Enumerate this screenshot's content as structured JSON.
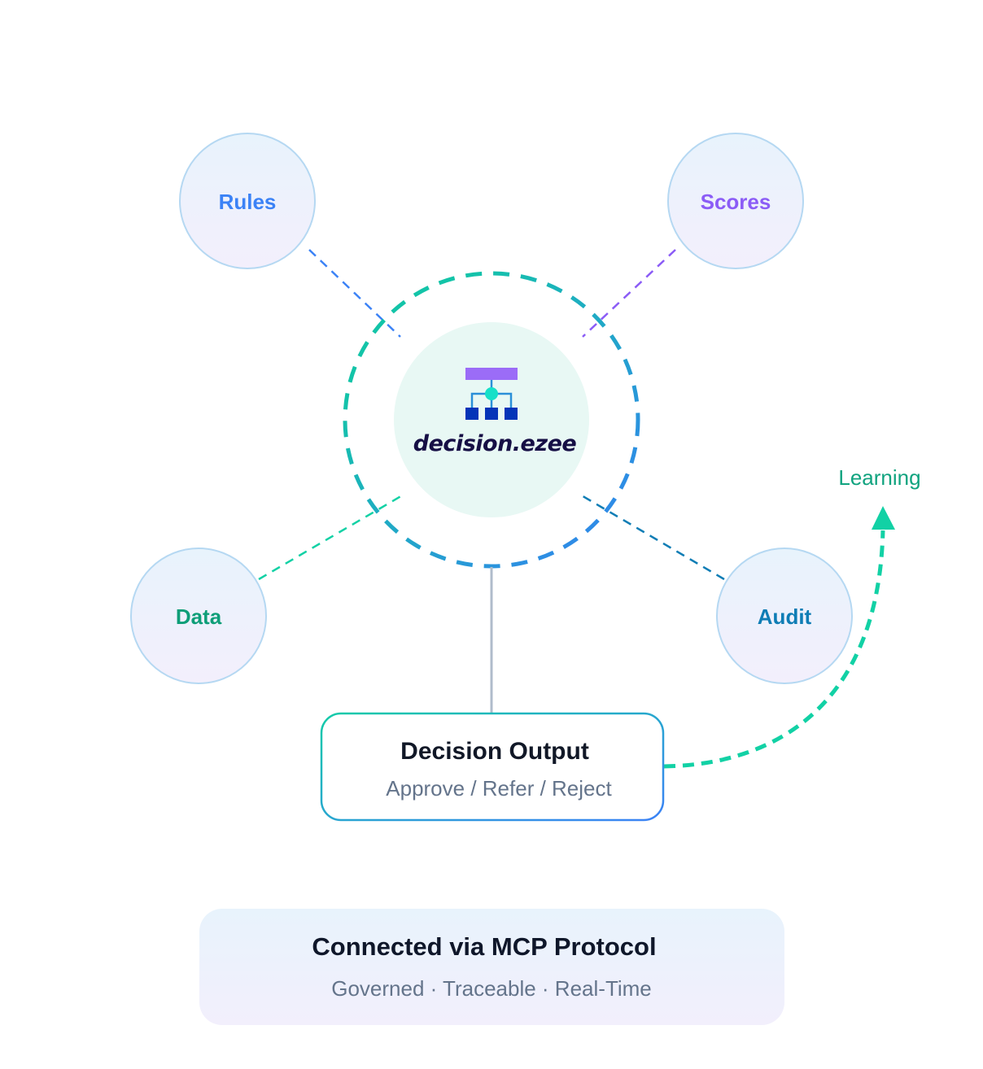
{
  "hub": {
    "brand": "decision.ezee",
    "icon": "decision-tree-icon",
    "colors": {
      "bar": "#9B6CF7",
      "node": "#16E0C8",
      "branch": "#2A8FD8",
      "leaf": "#0434B8",
      "fill": "#E8F8F4"
    }
  },
  "ring": {
    "color_start": "#13C4A8",
    "color_end": "#2E8CE6"
  },
  "satellites": [
    {
      "id": "rules",
      "label": "Rules",
      "color": "#3B82F6",
      "line_color": "#3B82F6"
    },
    {
      "id": "scores",
      "label": "Scores",
      "color": "#8B5CF6",
      "line_color": "#8B5CF6"
    },
    {
      "id": "data",
      "label": "Data",
      "color": "#0E9E78",
      "line_color": "#13D1A5"
    },
    {
      "id": "audit",
      "label": "Audit",
      "color": "#0F7DB5",
      "line_color": "#0F7DB5"
    }
  ],
  "output": {
    "title": "Decision Output",
    "subtitle": "Approve / Refer / Reject"
  },
  "learning": {
    "label": "Learning",
    "color": "#12D1A5"
  },
  "footer": {
    "title": "Connected via MCP Protocol",
    "subtitle": "Governed · Traceable · Real-Time"
  }
}
